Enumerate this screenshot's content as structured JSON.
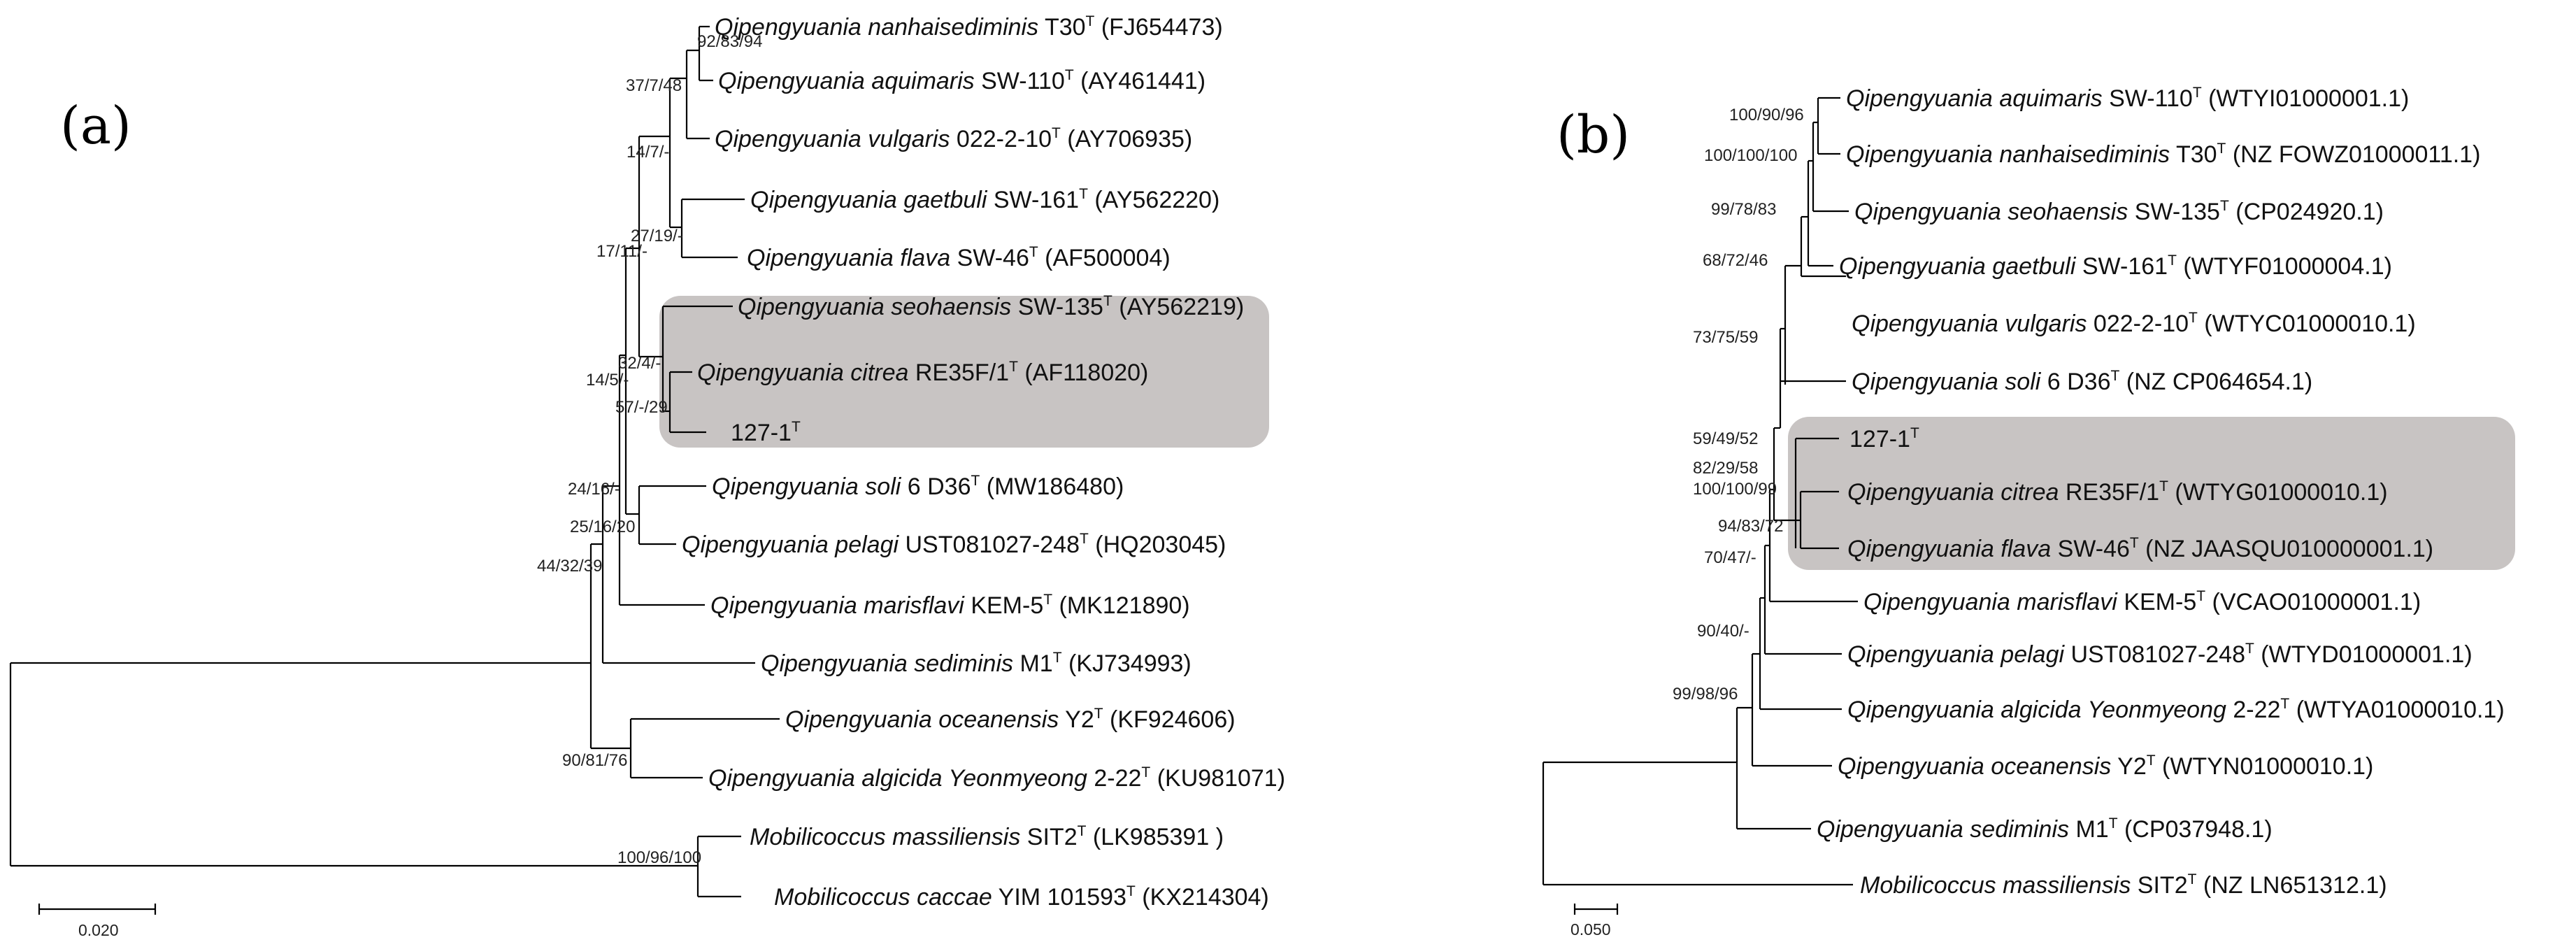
{
  "figure": {
    "panels": [
      {
        "id": "a",
        "label": "(a)",
        "scale_bar": "0.020",
        "taxa": [
          {
            "id": "nanhai",
            "genus": "Qipengyuania",
            "epithet": "nanhaisediminis",
            "strain": "T30",
            "type_mark": "T",
            "accession": "(FJ654473)"
          },
          {
            "id": "aquimaris",
            "genus": "Qipengyuania",
            "epithet": "aquimaris",
            "strain": "SW-110",
            "type_mark": "T",
            "accession": "(AY461441)"
          },
          {
            "id": "vulgaris",
            "genus": "Qipengyuania",
            "epithet": "vulgaris",
            "strain": "022-2-10",
            "type_mark": "T",
            "accession": "(AY706935)"
          },
          {
            "id": "gaetbuli",
            "genus": "Qipengyuania",
            "epithet": "gaetbuli",
            "strain": "SW-161",
            "type_mark": "T",
            "accession": "(AY562220)"
          },
          {
            "id": "flava",
            "genus": "Qipengyuania",
            "epithet": "flava",
            "strain": "SW-46",
            "type_mark": "T",
            "accession": "(AF500004)"
          },
          {
            "id": "seohaensis",
            "genus": "Qipengyuania",
            "epithet": "seohaensis",
            "strain": "SW-135",
            "type_mark": "T",
            "accession": "(AY562219)"
          },
          {
            "id": "citrea",
            "genus": "Qipengyuania",
            "epithet": "citrea",
            "strain": "RE35F/1",
            "type_mark": "T",
            "accession": "(AF118020)"
          },
          {
            "id": "s127",
            "genus": "",
            "epithet": "",
            "strain": "127-1",
            "type_mark": "T",
            "accession": ""
          },
          {
            "id": "soli",
            "genus": "Qipengyuania",
            "epithet": "soli",
            "strain": "6 D36",
            "type_mark": "T",
            "accession": "(MW186480)"
          },
          {
            "id": "pelagi",
            "genus": "Qipengyuania",
            "epithet": "pelagi",
            "strain": "UST081027-248",
            "type_mark": "T",
            "accession": "(HQ203045)"
          },
          {
            "id": "marisflavi",
            "genus": "Qipengyuania",
            "epithet": "marisflavi",
            "strain": "KEM-5",
            "type_mark": "T",
            "accession": "(MK121890)"
          },
          {
            "id": "sediminis",
            "genus": "Qipengyuania",
            "epithet": "sediminis",
            "strain": "M1",
            "type_mark": "T",
            "accession": "(KJ734993)"
          },
          {
            "id": "oceanensis",
            "genus": "Qipengyuania",
            "epithet": "oceanensis",
            "strain": "Y2",
            "type_mark": "T",
            "accession": "(KF924606)"
          },
          {
            "id": "algicida",
            "genus": "Qipengyuania",
            "epithet": "algicida Yeonmyeong",
            "strain": "2-22",
            "type_mark": "T",
            "accession": "(KU981071)"
          },
          {
            "id": "massiliensis",
            "genus": "Mobilicoccus",
            "epithet": "massiliensis",
            "strain": "SIT2",
            "type_mark": "T",
            "accession": "(LK985391 )"
          },
          {
            "id": "caccae",
            "genus": "Mobilicoccus",
            "epithet": "caccae",
            "strain": "YIM 101593",
            "type_mark": "T",
            "accession": "(KX214304)"
          }
        ],
        "support": [
          "92/83/94",
          "37/7/48",
          "14/7/-",
          "27/19/-",
          "17/11/-",
          "32/4/-",
          "14/5/-",
          "57/-/29",
          "24/16/-",
          "25/16/20",
          "44/32/39",
          "90/81/76",
          "100/96/100"
        ]
      },
      {
        "id": "b",
        "label": "(b)",
        "scale_bar": "0.050",
        "taxa": [
          {
            "id": "aquimaris",
            "genus": "Qipengyuania",
            "epithet": "aquimaris",
            "strain": "SW-110",
            "type_mark": "T",
            "accession": "(WTYI01000001.1)"
          },
          {
            "id": "nanhai",
            "genus": "Qipengyuania",
            "epithet": "nanhaisediminis",
            "strain": "T30",
            "type_mark": "T",
            "accession": "(NZ FOWZ01000011.1)"
          },
          {
            "id": "seohaensis",
            "genus": "Qipengyuania",
            "epithet": "seohaensis",
            "strain": "SW-135",
            "type_mark": "T",
            "accession": "(CP024920.1)"
          },
          {
            "id": "gaetbuli",
            "genus": "Qipengyuania",
            "epithet": "gaetbuli",
            "strain": "SW-161",
            "type_mark": "T",
            "accession": "(WTYF01000004.1)"
          },
          {
            "id": "vulgaris",
            "genus": "Qipengyuania",
            "epithet": "vulgaris",
            "strain": "022-2-10",
            "type_mark": "T",
            "accession": "(WTYC01000010.1)"
          },
          {
            "id": "soli",
            "genus": "Qipengyuania",
            "epithet": "soli",
            "strain": "6 D36",
            "type_mark": "T",
            "accession": "(NZ CP064654.1)"
          },
          {
            "id": "s127",
            "genus": "",
            "epithet": "",
            "strain": "127-1",
            "type_mark": "T",
            "accession": ""
          },
          {
            "id": "citrea",
            "genus": "Qipengyuania",
            "epithet": "citrea",
            "strain": "RE35F/1",
            "type_mark": "T",
            "accession": "(WTYG01000010.1)"
          },
          {
            "id": "flava",
            "genus": "Qipengyuania",
            "epithet": "flava",
            "strain": "SW-46",
            "type_mark": "T",
            "accession": "(NZ JAASQU010000001.1)"
          },
          {
            "id": "marisflavi",
            "genus": "Qipengyuania",
            "epithet": "marisflavi",
            "strain": "KEM-5",
            "type_mark": "T",
            "accession": "(VCAO01000001.1)"
          },
          {
            "id": "pelagi",
            "genus": "Qipengyuania",
            "epithet": "pelagi",
            "strain": "UST081027-248",
            "type_mark": "T",
            "accession": "(WTYD01000001.1)"
          },
          {
            "id": "algicida",
            "genus": "Qipengyuania",
            "epithet": "algicida Yeonmyeong",
            "strain": "2-22",
            "type_mark": "T",
            "accession": "(WTYA01000010.1)"
          },
          {
            "id": "oceanensis",
            "genus": "Qipengyuania",
            "epithet": "oceanensis",
            "strain": "Y2",
            "type_mark": "T",
            "accession": "(WTYN01000010.1)"
          },
          {
            "id": "sediminis",
            "genus": "Qipengyuania",
            "epithet": "sediminis",
            "strain": "M1",
            "type_mark": "T",
            "accession": "(CP037948.1)"
          },
          {
            "id": "massiliensis",
            "genus": "Mobilicoccus",
            "epithet": "massiliensis",
            "strain": "SIT2",
            "type_mark": "T",
            "accession": "(NZ LN651312.1)"
          }
        ],
        "support": [
          "100/90/96",
          "100/100/100",
          "99/78/83",
          "68/72/46",
          "73/75/59",
          "59/49/52",
          "82/29/58",
          "100/100/99",
          "94/83/72",
          "70/47/-",
          "90/40/-",
          "99/98/96"
        ]
      }
    ]
  }
}
